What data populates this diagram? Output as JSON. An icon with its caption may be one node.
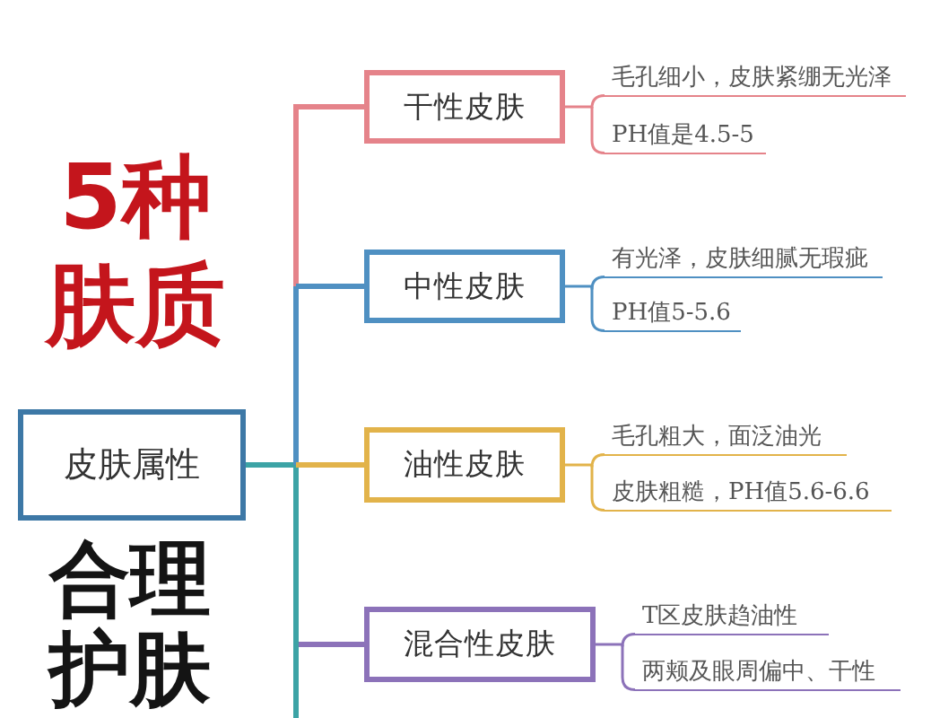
{
  "diagram": {
    "nodes": [
      {
        "text": [
          "皮肤属性"
        ]
      },
      {
        "text": [
          "干性皮肤"
        ]
      },
      {
        "text": [
          "毛孔细小，皮肤紧绷无光泽"
        ]
      },
      {
        "text": [
          "PH值是4.5-5"
        ]
      },
      {
        "text": [
          "中性皮肤"
        ]
      },
      {
        "text": [
          "有光泽，皮肤细腻无瑕疵"
        ]
      },
      {
        "text": [
          "PH值5-5.6"
        ]
      },
      {
        "text": [
          "油性皮肤"
        ]
      },
      {
        "text": [
          "毛孔粗大，面泛油光"
        ]
      },
      {
        "text": [
          "皮肤粗糙，PH值5.6-6.6"
        ]
      },
      {
        "text": [
          "混合性皮肤"
        ]
      },
      {
        "text": [
          "T区皮肤趋油性"
        ]
      },
      {
        "text": [
          "两颊及眼周偏中、干性"
        ]
      }
    ],
    "edges": [
      {
        "from": 0,
        "to": 1,
        "arrow": "none",
        "style": "thick",
        "color": "#e5838a"
      },
      {
        "from": 0,
        "to": 4,
        "arrow": "none",
        "style": "thick",
        "color": "#4f90c2"
      },
      {
        "from": 0,
        "to": 7,
        "arrow": "none",
        "style": "thick",
        "color": "#e2b34a"
      },
      {
        "from": 0,
        "to": 10,
        "arrow": "none",
        "style": "thick",
        "color": "#8c72b9"
      },
      {
        "from": 0,
        "to": null,
        "arrow": "none",
        "style": "thick",
        "color": "#3ca3a5"
      },
      {
        "from": 1,
        "to": 2,
        "arrow": "none",
        "color": "#e5838a"
      },
      {
        "from": 1,
        "to": 3,
        "arrow": "none",
        "color": "#e5838a"
      },
      {
        "from": 4,
        "to": 5,
        "arrow": "none",
        "color": "#4f90c2"
      },
      {
        "from": 4,
        "to": 6,
        "arrow": "none",
        "color": "#4f90c2"
      },
      {
        "from": 7,
        "to": 8,
        "arrow": "none",
        "color": "#e2b34a"
      },
      {
        "from": 7,
        "to": 9,
        "arrow": "none",
        "color": "#e2b34a"
      },
      {
        "from": 10,
        "to": 11,
        "arrow": "none",
        "color": "#8c72b9"
      },
      {
        "from": 10,
        "to": 12,
        "arrow": "none",
        "color": "#8c72b9"
      }
    ],
    "labels": [
      "5种肤质",
      "合理护肤"
    ]
  }
}
